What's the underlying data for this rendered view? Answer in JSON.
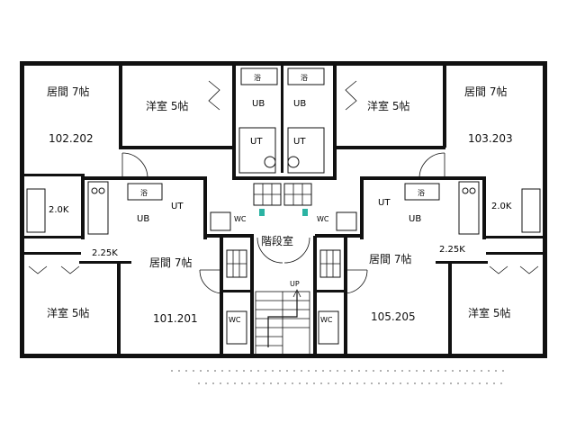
{
  "rooms": {
    "living_tl": "居間 7帖",
    "western_tl": "洋室 5帖",
    "units_tl": "102.202",
    "western_tr": "洋室 5帖",
    "living_tr": "居間 7帖",
    "units_tr": "103.203",
    "kitchen_l": "2.0K",
    "kitchen_r": "2.0K",
    "k_left": "2.25K",
    "k_right": "2.25K",
    "living_bl": "居間 7帖",
    "living_br": "居間 7帖",
    "western_bl": "洋室 5帖",
    "western_br": "洋室 5帖",
    "units_bl": "101.201",
    "units_br": "105.205",
    "stair": "階段室",
    "up": "UP"
  },
  "fixtures": {
    "bath": "浴",
    "ub": "UB",
    "ut": "UT",
    "wc": "WC"
  },
  "colors": {
    "wall": "#111111",
    "background": "#ffffff",
    "tile": "#2bb3a3"
  }
}
